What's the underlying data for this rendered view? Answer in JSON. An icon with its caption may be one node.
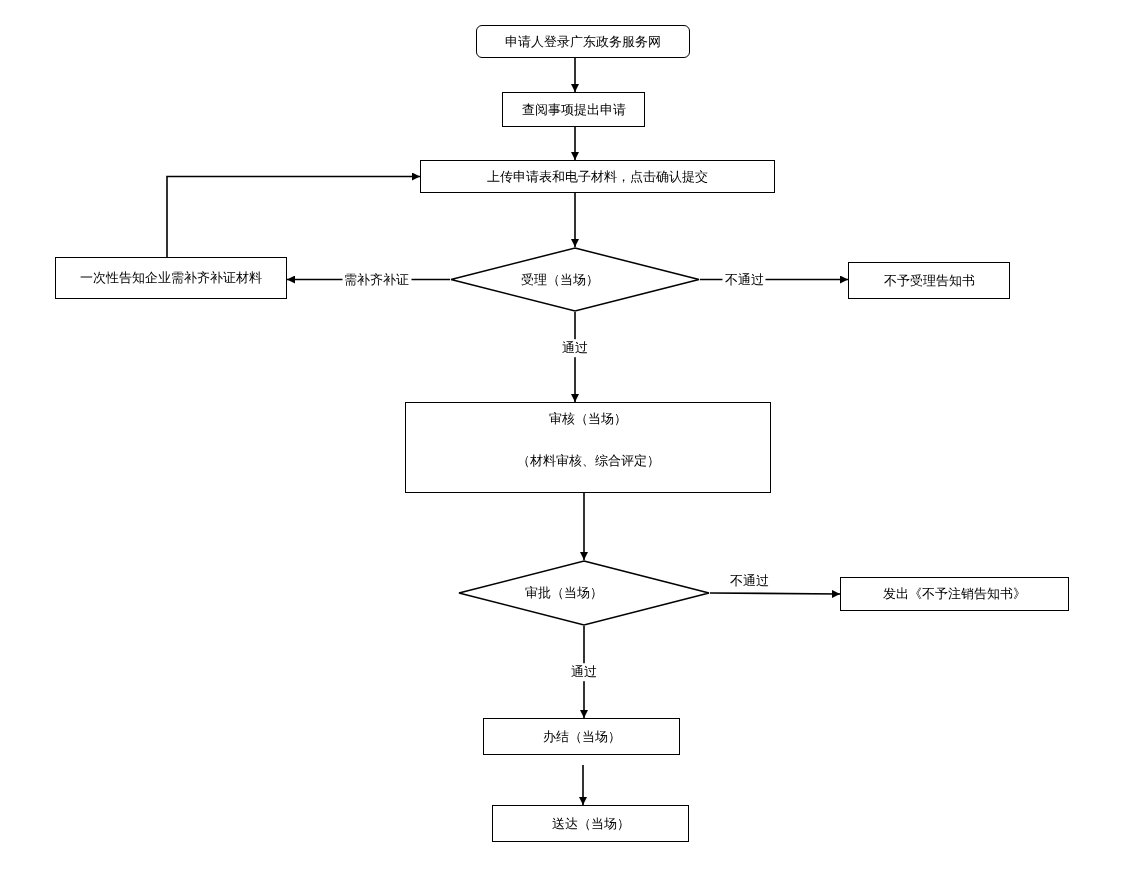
{
  "diagram": {
    "nodes": [
      {
        "text": [
          "申请人登录广东政务服务网"
        ]
      },
      {
        "text": [
          "查阅事项提出申请"
        ]
      },
      {
        "text": [
          "上传申请表和电子材料，点击确认提交"
        ]
      },
      {
        "text": [
          "受理（当场）"
        ]
      },
      {
        "text": [
          "一次性告知企业需补齐补证材料"
        ]
      },
      {
        "text": [
          "不予受理告知书"
        ]
      },
      {
        "text": [
          "审核（当场）",
          "（材料审核、综合评定）"
        ]
      },
      {
        "text": [
          "审批（当场）"
        ]
      },
      {
        "text": [
          "发出《不予注销告知书》"
        ]
      },
      {
        "text": [
          "办结（当场）"
        ]
      },
      {
        "text": [
          "送达（当场）"
        ]
      }
    ],
    "edges": [
      {
        "from": 0,
        "to": 1,
        "arrow": "to"
      },
      {
        "from": 1,
        "to": 2,
        "arrow": "to"
      },
      {
        "from": 2,
        "to": 3,
        "arrow": "to"
      },
      {
        "from": 3,
        "to": 4,
        "arrow": "to",
        "label": "需补齐补证"
      },
      {
        "from": 3,
        "to": 5,
        "arrow": "to",
        "label": "不通过"
      },
      {
        "from": 3,
        "to": 6,
        "arrow": "to",
        "label": "通过"
      },
      {
        "from": 4,
        "to": 2,
        "arrow": "to"
      },
      {
        "from": 6,
        "to": 7,
        "arrow": "to"
      },
      {
        "from": 7,
        "to": 8,
        "arrow": "to",
        "label": "不通过"
      },
      {
        "from": 7,
        "to": 9,
        "arrow": "to",
        "label": "通过"
      },
      {
        "from": 9,
        "to": 10,
        "arrow": "to"
      }
    ]
  }
}
